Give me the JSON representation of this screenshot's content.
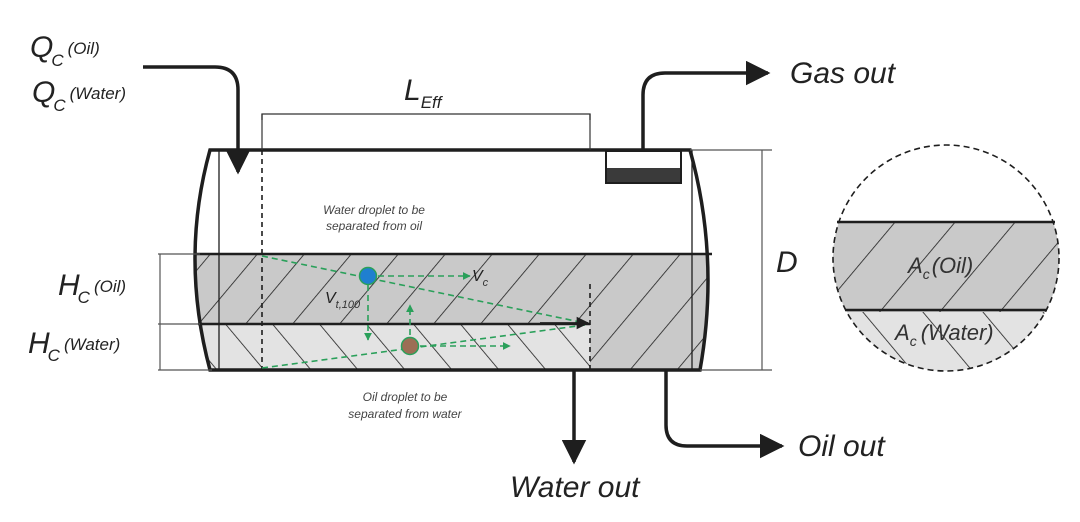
{
  "diagram": {
    "title": "Horizontal three-phase separator",
    "inlet": {
      "label_oil_main": "Q",
      "label_oil_sub": "C",
      "label_oil_suffix": "(Oil)",
      "label_water_main": "Q",
      "label_water_sub": "C",
      "label_water_suffix": "(Water)"
    },
    "effective_length": {
      "main": "L",
      "sub": "Eff"
    },
    "diameter": {
      "label": "D"
    },
    "heights": {
      "oil_main": "H",
      "oil_sub": "C",
      "oil_suffix": "(Oil)",
      "water_main": "H",
      "water_sub": "C",
      "water_suffix": "(Water)"
    },
    "outlets": {
      "gas": "Gas out",
      "oil": "Oil out",
      "water": "Water out"
    },
    "annotations": {
      "water_droplet_line1": "Water droplet to be",
      "water_droplet_line2": "separated from oil",
      "oil_droplet_line1": "Oil droplet to be",
      "oil_droplet_line2": "separated from water",
      "vc_main": "V",
      "vc_sub": "c",
      "vt_main": "V",
      "vt_sub": "t,100"
    },
    "cross_section": {
      "oil_main": "A",
      "oil_sub": "c",
      "oil_suffix": "(Oil)",
      "water_main": "A",
      "water_sub": "c",
      "water_suffix": "(Water)"
    },
    "colors": {
      "line": "#1e1e1e",
      "oil_fill": "#c8c8c8",
      "water_fill": "#e2e2e2",
      "flow_path": "#2aa05a",
      "water_droplet": "#1f7fd0",
      "oil_droplet": "#9c6e55",
      "weir_fill": "#3a3a3a"
    }
  }
}
